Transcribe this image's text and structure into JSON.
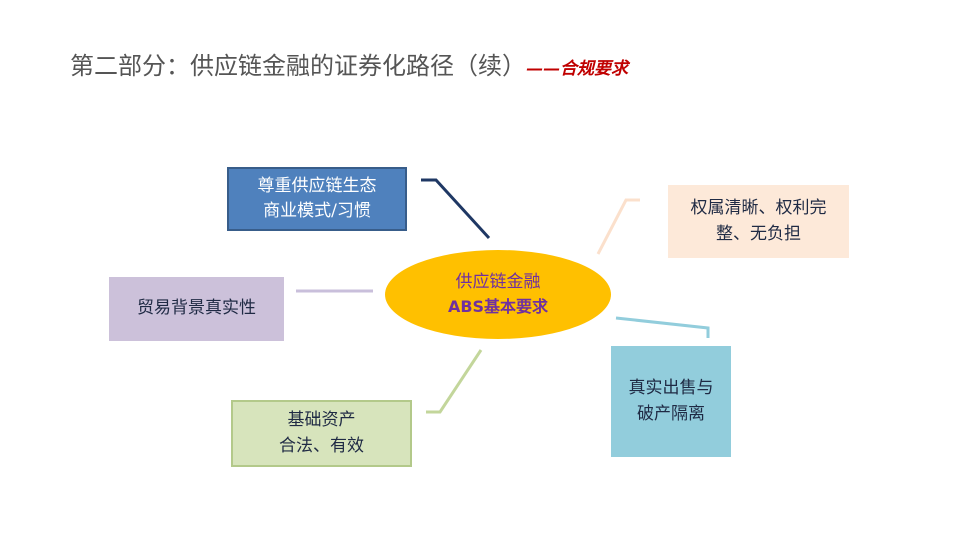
{
  "title": {
    "main": "第二部分：供应链金融的证券化路径（续）",
    "sub": "——合规要求"
  },
  "center": {
    "line1": "供应链金融",
    "line2": "ABS基本要求"
  },
  "nodes": {
    "respect": {
      "line1": "尊重供应链生态",
      "line2": "商业模式/习惯"
    },
    "ownership": {
      "line1": "权属清晰、权利完",
      "line2": "整、无负担"
    },
    "trade": {
      "line1": "贸易背景真实性"
    },
    "sale": {
      "line1": "真实出售与",
      "line2": "破产隔离"
    },
    "asset": {
      "line1": "基础资产",
      "line2": "合法、有效"
    }
  },
  "colors": {
    "center_fill": "#ffc000",
    "center_text": "#7030a0",
    "respect_fill": "#4f81bd",
    "ownership_fill": "#fde9d9",
    "trade_fill": "#ccc1da",
    "sale_fill": "#92cddc",
    "asset_fill": "#d7e4bc",
    "subtitle": "#c00000"
  }
}
